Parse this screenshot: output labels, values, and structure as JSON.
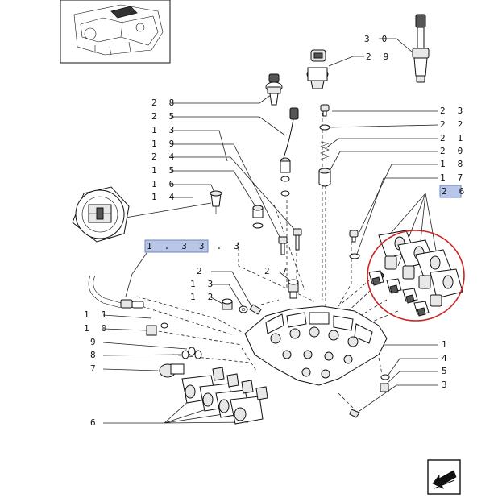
{
  "callouts": [
    {
      "id": "30",
      "text": "3 0"
    },
    {
      "id": "29",
      "text": "2 9"
    },
    {
      "id": "28",
      "text": "2 8"
    },
    {
      "id": "25",
      "text": "2 5"
    },
    {
      "id": "13a",
      "text": "1 3"
    },
    {
      "id": "19",
      "text": "1 9"
    },
    {
      "id": "24",
      "text": "2 4"
    },
    {
      "id": "15",
      "text": "1 5"
    },
    {
      "id": "16",
      "text": "1 6"
    },
    {
      "id": "14",
      "text": "1 4"
    },
    {
      "id": "23",
      "text": "2 3"
    },
    {
      "id": "22",
      "text": "2 2"
    },
    {
      "id": "21",
      "text": "2 1"
    },
    {
      "id": "20",
      "text": "2 0"
    },
    {
      "id": "18",
      "text": "1 8"
    },
    {
      "id": "17",
      "text": "1 7"
    },
    {
      "id": "26",
      "text": "2 6"
    },
    {
      "id": "ref",
      "text": "1 . 3 3 . 3"
    },
    {
      "id": "2",
      "text": "2"
    },
    {
      "id": "27",
      "text": "2 7"
    },
    {
      "id": "13b",
      "text": "1 3"
    },
    {
      "id": "12",
      "text": "1 2"
    },
    {
      "id": "11",
      "text": "1 1"
    },
    {
      "id": "10",
      "text": "1 0"
    },
    {
      "id": "9",
      "text": "9"
    },
    {
      "id": "8",
      "text": "8"
    },
    {
      "id": "7",
      "text": "7"
    },
    {
      "id": "6",
      "text": "6"
    },
    {
      "id": "1",
      "text": "1"
    },
    {
      "id": "4",
      "text": "4"
    },
    {
      "id": "5",
      "text": "5"
    },
    {
      "id": "3",
      "text": "3"
    }
  ],
  "colors": {
    "highlight_fill": "#b9c6e8",
    "highlight_stroke": "#6b86c4",
    "circle_mark": "#cc2222",
    "ink": "#111111"
  },
  "icons": {
    "thumbnail": "transmission-thumbnail",
    "nav": "next-page-arrow-icon"
  }
}
